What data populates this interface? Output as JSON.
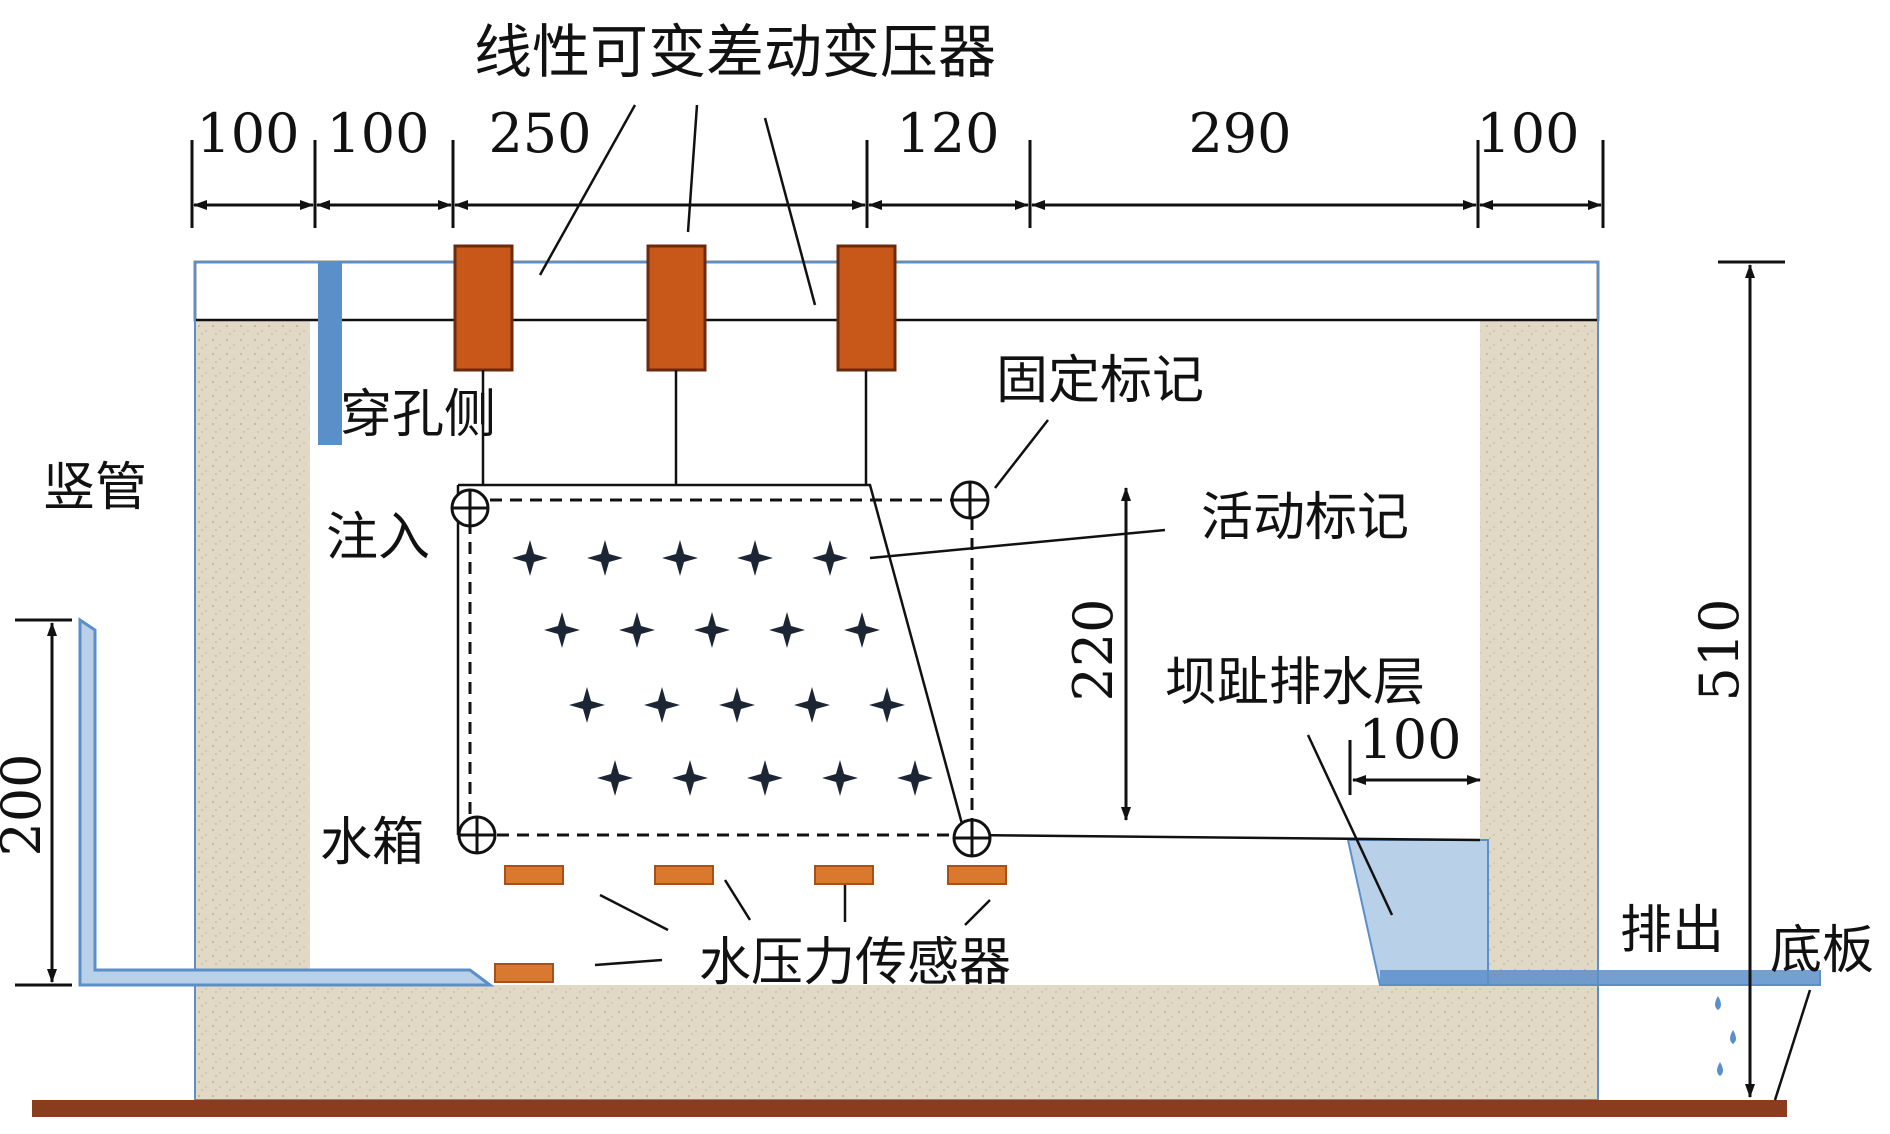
{
  "labels": {
    "lvdt": "线性可变差动变压器",
    "perforated_side": "穿孔侧",
    "standpipe": "竖管",
    "injection": "注入",
    "water_tank": "水箱",
    "fixed_marker": "固定标记",
    "movable_marker": "活动标记",
    "toe_drain": "坝趾排水层",
    "pressure_sensor": "水压力传感器",
    "outflow": "排出",
    "base_plate": "底板"
  },
  "dimensions": {
    "top": [
      "100",
      "100",
      "250",
      "120",
      "290",
      "100"
    ],
    "height_total": "510",
    "marker_height": "220",
    "standpipe_height": "200",
    "drain_width": "100"
  },
  "colors": {
    "concrete": "#e3d9c8",
    "lvdt": "#c8581a",
    "sensor": "#d9782f",
    "water": "#b8d0e8",
    "pipe": "#5b8fc9",
    "base": "#8a3d1e"
  }
}
